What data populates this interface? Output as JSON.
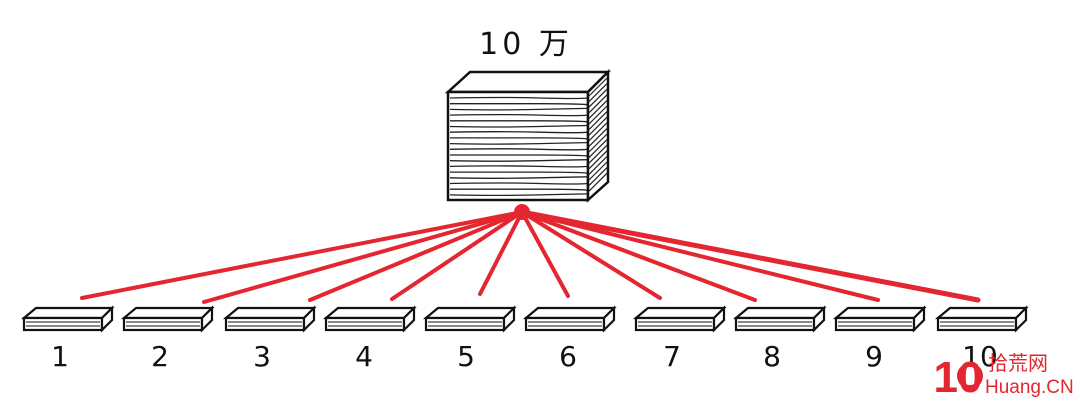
{
  "diagram": {
    "top_label": "10 万",
    "bottom_labels": [
      "1",
      "2",
      "3",
      "4",
      "5",
      "6",
      "7",
      "8",
      "9",
      "10"
    ],
    "colors": {
      "line": "#e3262f",
      "hub": "#e3262f",
      "ink": "#111111",
      "paper": "#ffffff"
    },
    "icons": {
      "top": "paper-stack-icon",
      "bottom": "thin-paper-stack-icon"
    }
  },
  "watermark": {
    "logo_text": "10",
    "brand_cn": "拾荒网",
    "brand_en": "Huang.CN",
    "color": "#e3262f"
  }
}
